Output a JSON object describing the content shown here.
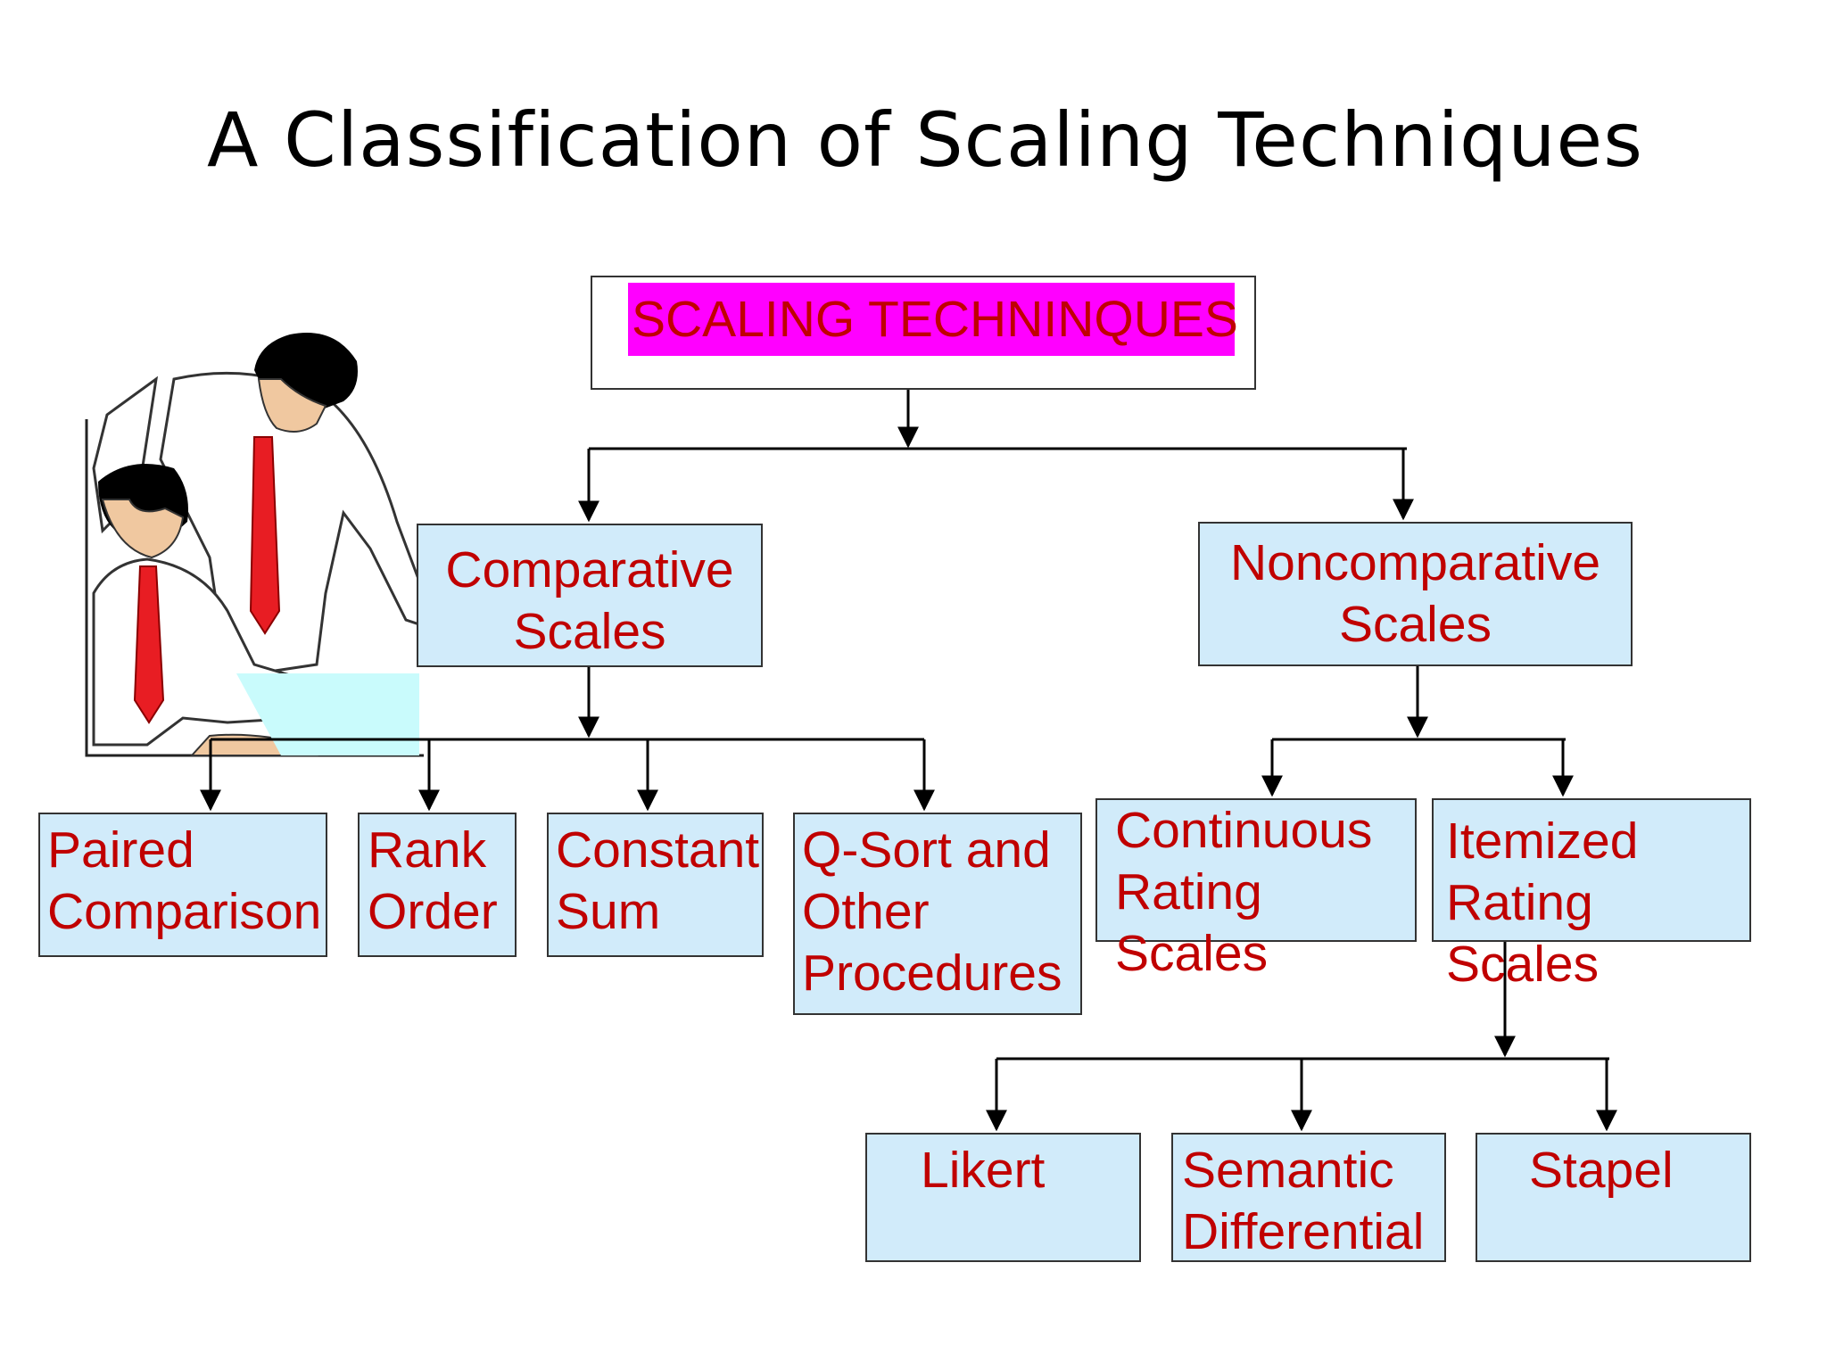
{
  "title": "A Classification of Scaling Techniques",
  "root": "SCALING TECHNINQUES",
  "comparative": "Comparative\nScales",
  "noncomparative": "Noncomparative\nScales",
  "comparative_children": [
    "Paired\nComparison",
    "Rank\nOrder",
    "Constant\nSum",
    "Q-Sort and\nOther\nProcedures"
  ],
  "noncomparative_children": [
    "Continuous\nRating Scales",
    "Itemized\nRating Scales"
  ],
  "itemized_children": [
    "Likert",
    "Semantic\nDifferential",
    "Stapel"
  ],
  "colors": {
    "box_fill": "#d1ebfa",
    "text": "#c00000",
    "highlight": "#ff00ff"
  },
  "illustration": "two-businessmen-clipart"
}
